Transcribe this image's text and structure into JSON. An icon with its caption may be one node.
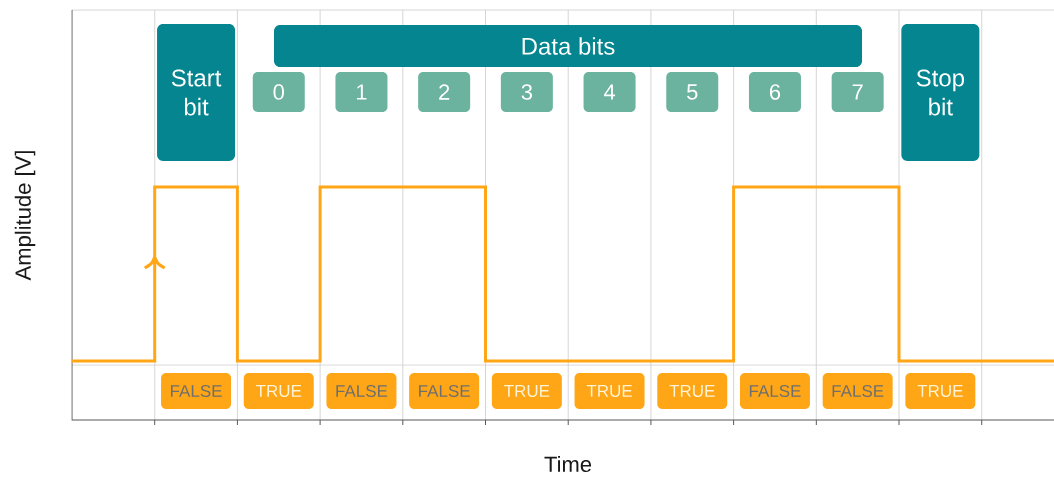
{
  "diagram": {
    "nodes": [
      {
        "text": [
          "Start bit"
        ]
      },
      {
        "text": [
          "Data bits"
        ]
      },
      {
        "text": [
          "0"
        ]
      },
      {
        "text": [
          "1"
        ]
      },
      {
        "text": [
          "2"
        ]
      },
      {
        "text": [
          "3"
        ]
      },
      {
        "text": [
          "4"
        ]
      },
      {
        "text": [
          "5"
        ]
      },
      {
        "text": [
          "6"
        ]
      },
      {
        "text": [
          "7"
        ]
      },
      {
        "text": [
          "Stop bit"
        ]
      },
      {
        "text": [
          "FALSE"
        ]
      },
      {
        "text": [
          "TRUE"
        ]
      },
      {
        "text": [
          "FALSE"
        ]
      },
      {
        "text": [
          "FALSE"
        ]
      },
      {
        "text": [
          "TRUE"
        ]
      },
      {
        "text": [
          "TRUE"
        ]
      },
      {
        "text": [
          "TRUE"
        ]
      },
      {
        "text": [
          "FALSE"
        ]
      },
      {
        "text": [
          "FALSE"
        ]
      },
      {
        "text": [
          "TRUE"
        ]
      }
    ],
    "labels": [
      "Amplitude [V]",
      "Time"
    ]
  }
}
